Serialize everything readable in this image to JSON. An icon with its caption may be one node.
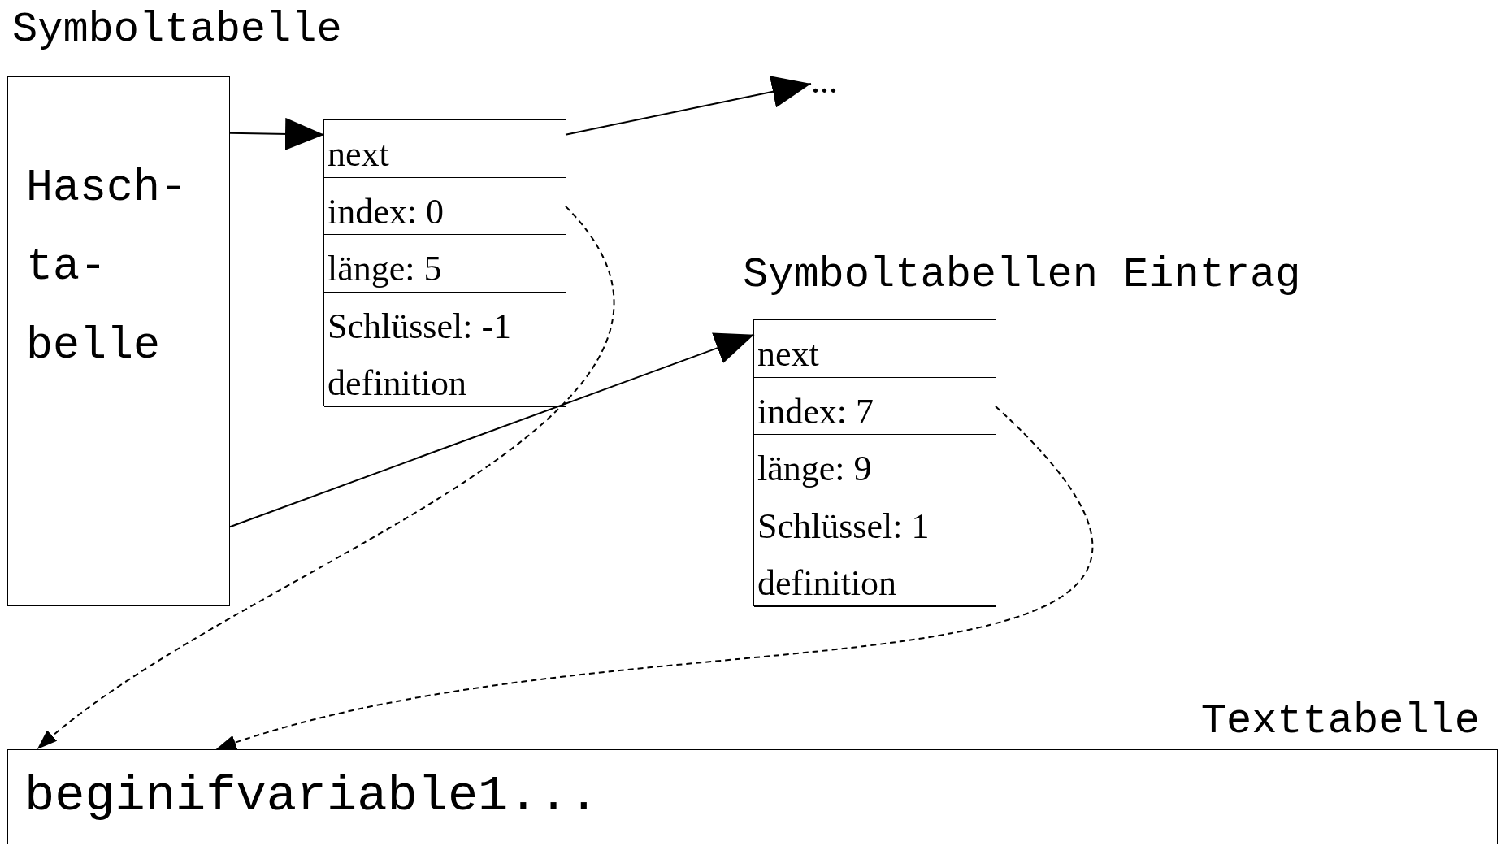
{
  "diagram": {
    "nodes": [
      {
        "text": [
          "Symboltabelle",
          "Hasch- ta- belle"
        ]
      },
      {
        "text": [],
        "shape": "box"
      },
      {
        "text": [
          "next"
        ],
        "in": 1
      },
      {
        "text": [
          "index:  0"
        ],
        "in": 1
      },
      {
        "text": [
          "länge: 5"
        ],
        "in": 1
      },
      {
        "text": [
          "Schlüssel: -1"
        ],
        "in": 1
      },
      {
        "text": [
          "definition"
        ],
        "in": 1
      },
      {
        "text": [
          "..."
        ]
      },
      {
        "text": [
          "Symboltabellen Eintrag"
        ]
      },
      {
        "text": [
          "next"
        ],
        "in": 8
      },
      {
        "text": [
          "index: 7"
        ],
        "in": 8
      },
      {
        "text": [
          "länge: 9"
        ],
        "in": 8
      },
      {
        "text": [
          "Schlüssel: 1"
        ],
        "in": 8
      },
      {
        "text": [
          "definition"
        ],
        "in": 8
      },
      {
        "text": [
          "Texttabelle",
          "beginifvariable1..."
        ]
      }
    ],
    "edges": [
      {
        "from": 0,
        "to": 2,
        "arrow": "to"
      },
      {
        "from": 2,
        "to": 7,
        "arrow": "to"
      },
      {
        "from": 0,
        "to": 9,
        "arrow": "to"
      },
      {
        "from": 3,
        "to": 14,
        "arrow": "to",
        "style": "dashed"
      },
      {
        "from": 10,
        "to": 14,
        "arrow": "to",
        "style": "dashed"
      }
    ]
  }
}
